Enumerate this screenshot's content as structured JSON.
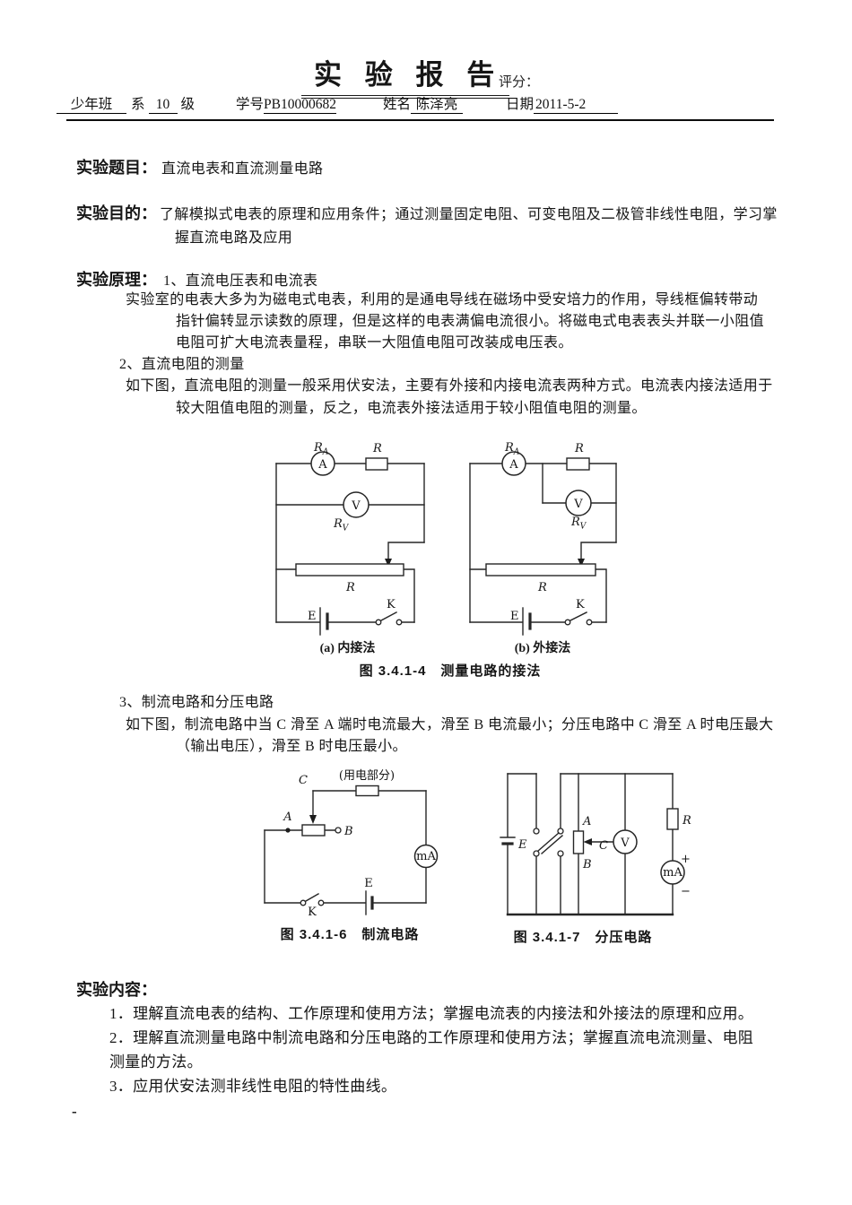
{
  "colors": {
    "ink": "#161616",
    "line": "#262626",
    "rule": "#0d0d0d",
    "paper": "#ffffff"
  },
  "header": {
    "title": "实 验 报 告",
    "score_label": "评分：",
    "class_value": "少年班",
    "dept_label": "系",
    "grade_value": "10",
    "grade_suffix": "级",
    "sid_label": "学号",
    "sid_value": "PB10000682",
    "name_label": "姓名",
    "name_value": "陈泽亮",
    "date_label": "日期",
    "date_value": "2011-5-2"
  },
  "topic": {
    "label": "实验题目：",
    "text": "直流电表和直流测量电路"
  },
  "purpose": {
    "label": "实验目的：",
    "line1": "了解模拟式电表的原理和应用条件；通过测量固定电阻、可变电阻及二极管非线性电阻，学习掌",
    "line2": "握直流电路及应用"
  },
  "principle": {
    "label": "实验原理：",
    "s1_title": "1、直流电压表和电流表",
    "s1_l1": "实验室的电表大多为为磁电式电表，利用的是通电导线在磁场中受安培力的作用，导线框偏转带动",
    "s1_l2": "指针偏转显示读数的原理，但是这样的电表满偏电流很小。将磁电式电表表头并联一小阻值",
    "s1_l3": "电阻可扩大电流表量程，串联一大阻值电阻可改装成电压表。",
    "s2_title": "2、直流电阻的测量",
    "s2_l1": "如下图，直流电阻的测量一般采用伏安法，主要有外接和内接电流表两种方式。电流表内接法适用于",
    "s2_l2": "较大阻值电阻的测量，反之，电流表外接法适用于较小阻值电阻的测量。",
    "s3_title": "3、制流电路和分压电路",
    "s3_l1": "如下图，制流电路中当 C 滑至 A 端时电流最大，滑至 B 电流最小；分压电路中 C 滑至 A 时电压最大",
    "s3_l2": "（输出电压），滑至 B 时电压最小。"
  },
  "fig1": {
    "caption": "图 3.4.1-4　测量电路的接法",
    "sub_a": "(a) 内接法",
    "sub_b": "(b) 外接法",
    "labels": {
      "R": "R",
      "sub_A": "A",
      "sub_V": "V",
      "A": "A",
      "V": "V",
      "E": "E",
      "K": "K"
    }
  },
  "fig2": {
    "caption": "图 3.4.1-6　制流电路",
    "labels": {
      "C": "C",
      "A": "A",
      "B": "B",
      "load": "(用电部分)",
      "mA": "mA",
      "E": "E",
      "K": "K"
    }
  },
  "fig3": {
    "caption": "图 3.4.1-7　分压电路",
    "labels": {
      "E": "E",
      "A": "A",
      "B": "B",
      "C": "C",
      "V": "V",
      "R": "R",
      "mA": "mA",
      "plus": "+",
      "minus": "−"
    }
  },
  "content": {
    "label": "实验内容：",
    "item1": "1．理解直流电表的结构、工作原理和使用方法；掌握电流表的内接法和外接法的原理和应用。",
    "item2_l1": "2．理解直流测量电路中制流电路和分压电路的工作原理和使用方法；掌握直流电流测量、电阻",
    "item2_l2": "测量的方法。",
    "item3": "3．应用伏安法测非线性电阻的特性曲线。"
  },
  "footer": {
    "dash": "-"
  }
}
